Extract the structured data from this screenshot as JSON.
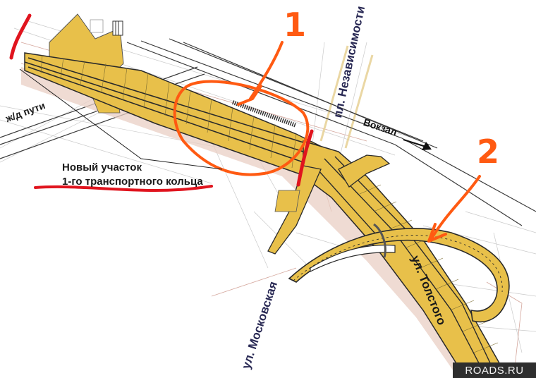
{
  "map": {
    "caption": {
      "line1": "Новый участок",
      "line2": "1-го транспортного кольца"
    },
    "labels": {
      "railway": "ж/д пути",
      "square": "пл. Независимости",
      "station": "Вокзал",
      "moskovskaya": "ул. Московская",
      "tolstogo": "ул. Толстого"
    },
    "markers": [
      {
        "id": "1",
        "label": "1"
      },
      {
        "id": "2",
        "label": "2"
      }
    ],
    "watermark": "ROADS.RU",
    "colors": {
      "road_fill": "#e8c04a",
      "road_outline": "#2a2a2a",
      "sidewalk": "#e9cfc4",
      "annotation_orange": "#ff5a12",
      "annotation_red": "#e0141e",
      "street_label": "#2a2a55",
      "watermark_bg": "#2e2e2e"
    }
  }
}
